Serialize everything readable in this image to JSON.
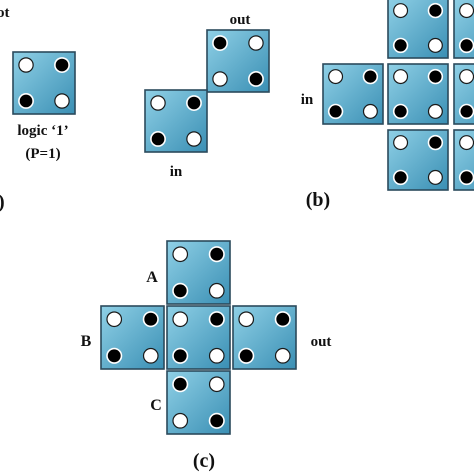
{
  "labels": {
    "top_left_fragment": "ot",
    "logic_one": "logic ‘1’",
    "polarization": "(P=1)",
    "panel_a_paren": ")",
    "out_mid": "out",
    "in_mid": "in",
    "in_b": "in",
    "panel_b": "(b)",
    "input_a": "A",
    "input_b": "B",
    "input_c": "C",
    "out_c": "out",
    "panel_c": "(c)"
  },
  "colors": {
    "cell_light": "#7fc4dc",
    "cell_dark": "#3d93b8",
    "cell_border": "#2b4a5c",
    "electron": "#000000",
    "empty_dot": "#ffffff"
  },
  "dot_states": {
    "logic_1_cell": [
      "empty",
      "full",
      "full",
      "empty"
    ],
    "note": ""
  }
}
